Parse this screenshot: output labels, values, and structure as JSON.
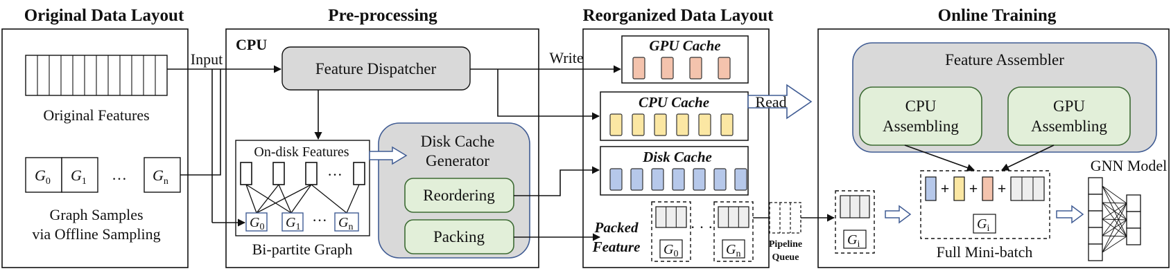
{
  "sections": {
    "original": "Original Data Layout",
    "preprocessing": "Pre-processing",
    "reorganized": "Reorganized Data Layout",
    "online": "Online Training"
  },
  "original_layout": {
    "features_label": "Original Features",
    "graph_samples_line1": "Graph Samples",
    "graph_samples_line2": "via Offline Sampling",
    "g0": "G",
    "g0_sub": "0",
    "g1": "G",
    "g1_sub": "1",
    "dots": "…",
    "gn": "G",
    "gn_sub": "n"
  },
  "edge_labels": {
    "input": "Input",
    "write": "Write",
    "read": "Read"
  },
  "preprocessing": {
    "cpu_label": "CPU",
    "feature_dispatcher": "Feature Dispatcher",
    "on_disk_features": "On-disk Features",
    "bipartite_graph": "Bi-partite Graph",
    "dots": "···",
    "g0": "G",
    "g0_sub": "0",
    "g1": "G",
    "g1_sub": "1",
    "gn": "G",
    "gn_sub": "n",
    "disk_cache_generator_line1": "Disk Cache",
    "disk_cache_generator_line2": "Generator",
    "reordering": "Reordering",
    "packing": "Packing"
  },
  "reorganized": {
    "gpu_cache": "GPU Cache",
    "cpu_cache": "CPU Cache",
    "disk_cache": "Disk Cache",
    "packed_line1": "Packed",
    "packed_line2": "Feature",
    "g0": "G",
    "g0_sub": "0",
    "gn": "G",
    "gn_sub": "n",
    "dots": "· · ·",
    "pipeline_line1": "Pipeline",
    "pipeline_line2": "Queue"
  },
  "online": {
    "feature_assembler": "Feature Assembler",
    "cpu_assembling_line1": "CPU",
    "cpu_assembling_line2": "Assembling",
    "gpu_assembling_line1": "GPU",
    "gpu_assembling_line2": "Assembling",
    "gnn_model": "GNN Model",
    "full_minibatch": "Full Mini-batch",
    "gi": "G",
    "gi_sub": "i",
    "plus": "+"
  },
  "colors": {
    "gpu_cache_fill": "#f4c3ad",
    "cpu_cache_fill": "#fbe7a3",
    "disk_cache_fill": "#b6c8ea",
    "module_gray": "#d9d9d9",
    "green_fill": "#e2efd9",
    "green_stroke": "#3c6a33",
    "blue_stroke": "#3f5b93",
    "packed_fill": "#eeeeee"
  }
}
